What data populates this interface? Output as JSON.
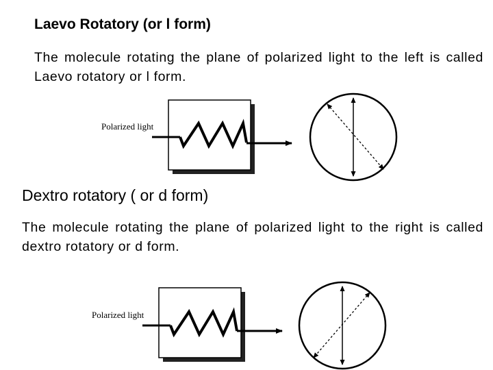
{
  "laevo": {
    "title": "Laevo Rotatory  (or l form)",
    "description": "The molecule rotating the plane of polarized light to the left is called Laevo rotatory or l form.",
    "diagram_label": "Polarized light"
  },
  "dextro": {
    "title": "Dextro rotatory ( or d form)",
    "description": "The molecule rotating the plane of polarized light to the right is called dextro rotatory or d form.",
    "diagram_label": "Polarized light"
  }
}
